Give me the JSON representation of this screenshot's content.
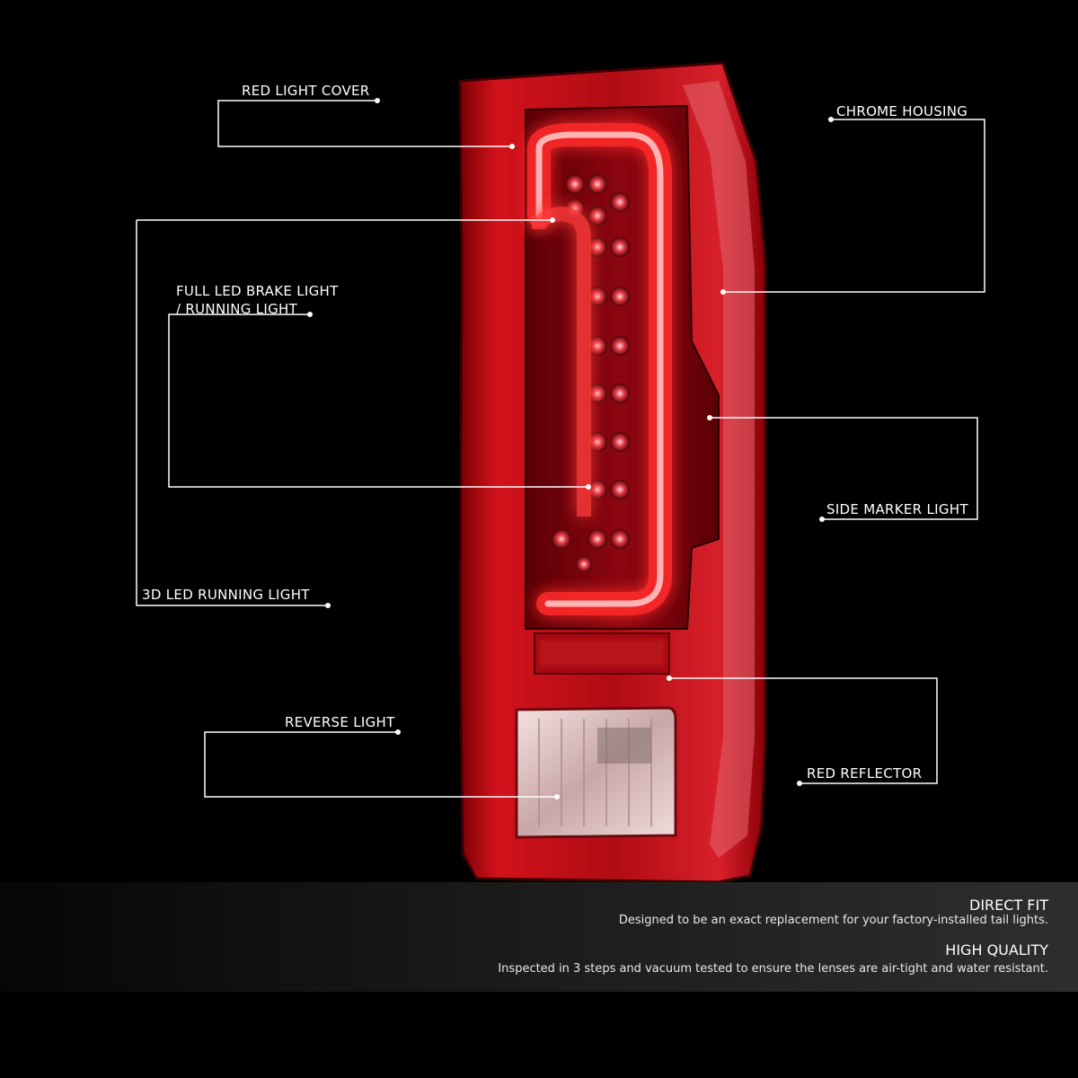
{
  "callouts": {
    "red_light_cover": "RED LIGHT COVER",
    "full_led_line1": "FULL LED BRAKE LIGHT",
    "full_led_line2": "/ RUNNING LIGHT",
    "running_3d": "3D LED RUNNING LIGHT",
    "reverse_light": "REVERSE LIGHT",
    "chrome_housing": "CHROME HOUSING",
    "side_marker": "SIDE MARKER LIGHT",
    "red_reflector": "RED REFLECTOR"
  },
  "features": [
    {
      "title": "DIRECT FIT",
      "text": "Designed to be an exact replacement for your factory-installed tail lights."
    },
    {
      "title": "HIGH QUALITY",
      "text": "Inspected in 3 steps and vacuum tested to ensure the lenses are air-tight and water resistant."
    }
  ],
  "colors": {
    "background": "#000000",
    "lens_red": "#c8101a",
    "glow_red": "#ff2a2a",
    "leader_line": "#ffffff"
  }
}
